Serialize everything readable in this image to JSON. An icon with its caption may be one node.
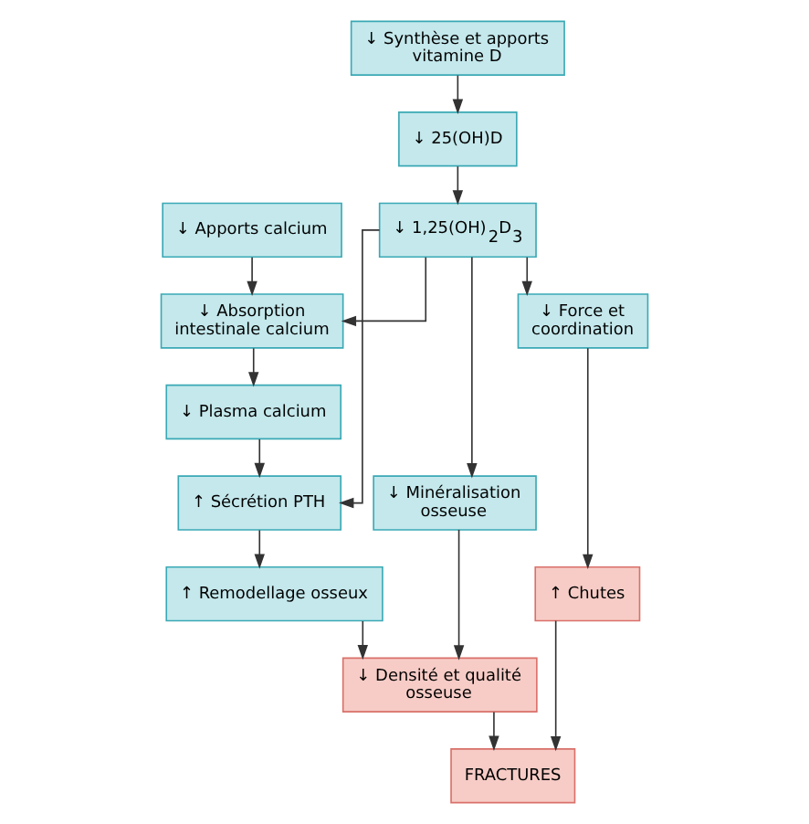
{
  "diagram": {
    "nodes": [
      {
        "text": [
          "↓ Synthèse et apports vitamine D"
        ]
      },
      {
        "text": [
          "↓ Apports calcium"
        ]
      },
      {
        "text": [
          "↓ 25(OH)D"
        ]
      },
      {
        "text": [
          "↓ Absorption intestinale calcium"
        ]
      },
      {
        "text": [
          "↓ 1,25(OH)$_{2}$D$_{3}$"
        ]
      },
      {
        "text": [
          "↓ Plasma calcium"
        ]
      },
      {
        "text": [
          "↓ Force et coordination"
        ]
      },
      {
        "text": [
          "↑ Sécrétion PTH"
        ]
      },
      {
        "text": [
          "↓ Minéralisation osseuse"
        ]
      },
      {
        "text": [
          "↑ Chutes"
        ]
      },
      {
        "text": [
          "↑ Remodellage osseux"
        ]
      },
      {
        "text": [
          "↓ Densité et qualité osseuse"
        ]
      },
      {
        "text": [
          "FRACTURES"
        ]
      }
    ],
    "edges": [
      {
        "from": 0,
        "to": 2,
        "arrow": "to"
      },
      {
        "from": 2,
        "to": 4,
        "arrow": "to"
      },
      {
        "from": 1,
        "to": 3,
        "arrow": "to"
      },
      {
        "from": 4,
        "to": 3,
        "arrow": "to"
      },
      {
        "from": 4,
        "to": 6,
        "arrow": "to"
      },
      {
        "from": 4,
        "to": 7,
        "arrow": "to"
      },
      {
        "from": 4,
        "to": 8,
        "arrow": "to"
      },
      {
        "from": 3,
        "to": 5,
        "arrow": "to"
      },
      {
        "from": 5,
        "to": 7,
        "arrow": "to"
      },
      {
        "from": 7,
        "to": 10,
        "arrow": "to"
      },
      {
        "from": 6,
        "to": 9,
        "arrow": "to"
      },
      {
        "from": 10,
        "to": 11,
        "arrow": "to"
      },
      {
        "from": 8,
        "to": 11,
        "arrow": "to"
      },
      {
        "from": 11,
        "to": 12,
        "arrow": "to"
      },
      {
        "from": 9,
        "to": 12,
        "arrow": "to"
      }
    ]
  }
}
